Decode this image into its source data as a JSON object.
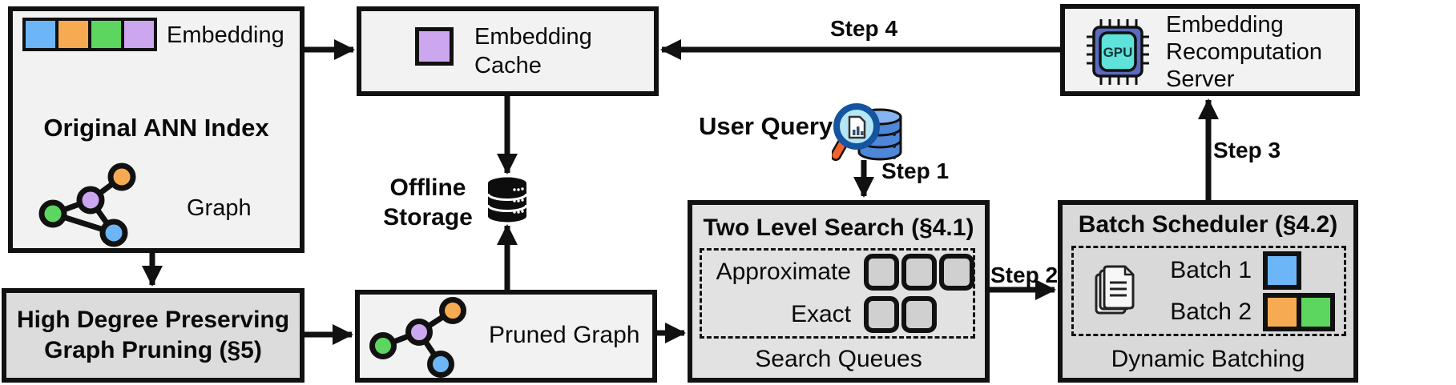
{
  "boxes": {
    "original_ann_index": {
      "title": "Original ANN Index",
      "embedding_label": "Embedding",
      "graph_label": "Graph"
    },
    "embedding_cache": {
      "label": "Embedding Cache"
    },
    "recomputation_server": {
      "label": "Embedding Recomputation Server",
      "chip_text": "GPU"
    },
    "offline_storage": {
      "label": "Offline Storage"
    },
    "user_query": {
      "label": "User Query"
    },
    "two_level_search": {
      "title": "Two Level Search (§4.1)",
      "approximate_label": "Approximate",
      "exact_label": "Exact",
      "approximate_queue_slots": 3,
      "exact_queue_slots": 2,
      "footer": "Search Queues"
    },
    "batch_scheduler": {
      "title": "Batch Scheduler (§4.2)",
      "batch1_label": "Batch 1",
      "batch2_label": "Batch 2",
      "footer": "Dynamic Batching"
    },
    "graph_pruning": {
      "title": "High Degree Preserving Graph Pruning (§5)"
    },
    "pruned_graph": {
      "label": "Pruned Graph"
    }
  },
  "steps": {
    "step1": "Step 1",
    "step2": "Step 2",
    "step3": "Step 3",
    "step4": "Step 4"
  },
  "colors": {
    "embedding_blue": "#6CB5F6",
    "embedding_orange": "#F6AB53",
    "embedding_green": "#5CD65F",
    "embedding_purple": "#CDA6F0",
    "box_light": "#F2F2F2",
    "box_gray": "#DCDCDC",
    "gpu_chip_outer": "#5B6BC0",
    "gpu_chip_inner": "#5EE2DA",
    "magnifier_handle": "#F2632C",
    "magnifier_rim": "#15549E",
    "database_blue": "#4E86D8",
    "line_black": "#111111"
  }
}
